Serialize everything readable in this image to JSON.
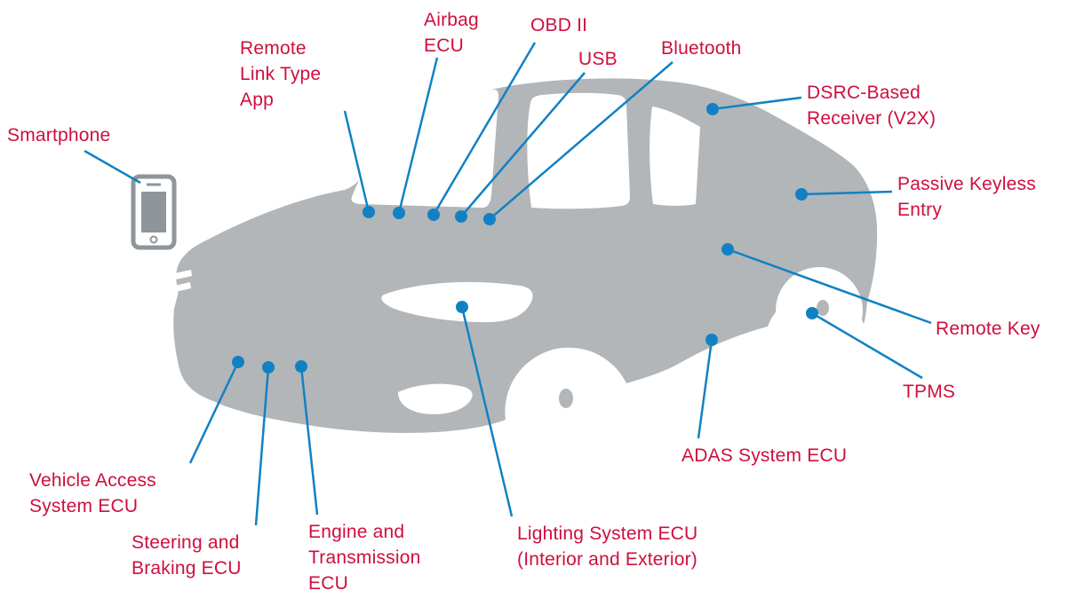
{
  "diagram": {
    "colors": {
      "label_text": "#ce0f3e",
      "leader_line": "#1281c4",
      "callout_dot": "#1281c4",
      "car_body": "#b2b6b8",
      "phone_outline": "#8f969a"
    },
    "labels": [
      {
        "id": "smartphone",
        "text": "Smartphone"
      },
      {
        "id": "remote-link-type-app",
        "text": "Remote\nLink Type\nApp"
      },
      {
        "id": "airbag-ecu",
        "text": "Airbag\nECU"
      },
      {
        "id": "obd-ii",
        "text": "OBD II"
      },
      {
        "id": "usb",
        "text": "USB"
      },
      {
        "id": "bluetooth",
        "text": "Bluetooth"
      },
      {
        "id": "dsrc-receiver",
        "text": "DSRC-Based\nReceiver (V2X)"
      },
      {
        "id": "passive-keyless-entry",
        "text": "Passive Keyless\nEntry"
      },
      {
        "id": "remote-key",
        "text": "Remote Key"
      },
      {
        "id": "tpms",
        "text": "TPMS"
      },
      {
        "id": "adas-system-ecu",
        "text": "ADAS System ECU"
      },
      {
        "id": "lighting-system-ecu",
        "text": "Lighting System ECU\n(Interior and Exterior)"
      },
      {
        "id": "engine-transmission-ecu",
        "text": "Engine and\nTransmission\nECU"
      },
      {
        "id": "steering-braking-ecu",
        "text": "Steering and\nBraking ECU"
      },
      {
        "id": "vehicle-access-ecu",
        "text": "Vehicle Access\nSystem ECU"
      }
    ],
    "icons": [
      {
        "name": "smartphone-icon"
      },
      {
        "name": "car-silhouette"
      },
      {
        "name": "callout-dot"
      }
    ]
  }
}
